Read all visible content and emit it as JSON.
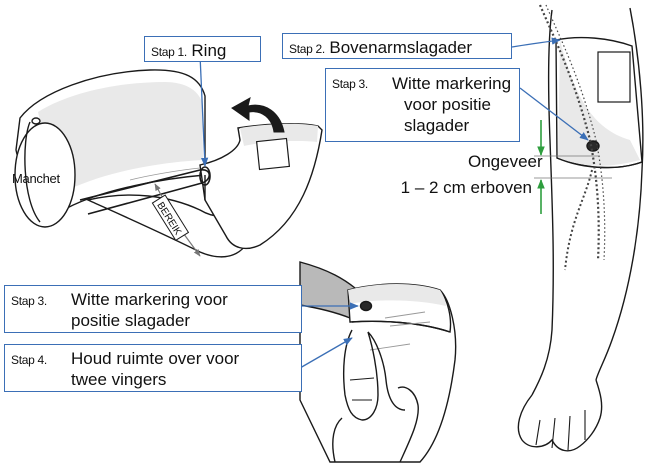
{
  "labels": {
    "step1_prefix": "Stap 1.",
    "step1_text": "Ring",
    "step2_prefix": "Stap 2.",
    "step2_text": "Bovenarmslagader",
    "step3a_prefix": "Stap 3.",
    "step3a_line1": "Witte markering",
    "step3a_line2": "voor positie",
    "step3a_line3": "slagader",
    "manchet": "Manchet",
    "bereik": "BEREIK",
    "approx_line1": "Ongeveer",
    "approx_line2": "1 – 2 cm erboven",
    "step3b_prefix": "Stap 3.",
    "step3b_line1": "Witte markering voor",
    "step3b_line2": "positie slagader",
    "step4_prefix": "Stap 4.",
    "step4_line1": "Houd ruimte over voor",
    "step4_line2": "twee vingers"
  },
  "colors": {
    "callout_border": "#3b6fb6",
    "leader_line": "#3b6fb6",
    "measure_arrow": "#2e9e3e",
    "cuff_fill": "#e9e9e9",
    "sleeve_fill": "#b9b9b9",
    "outline": "#1a1a1a"
  }
}
